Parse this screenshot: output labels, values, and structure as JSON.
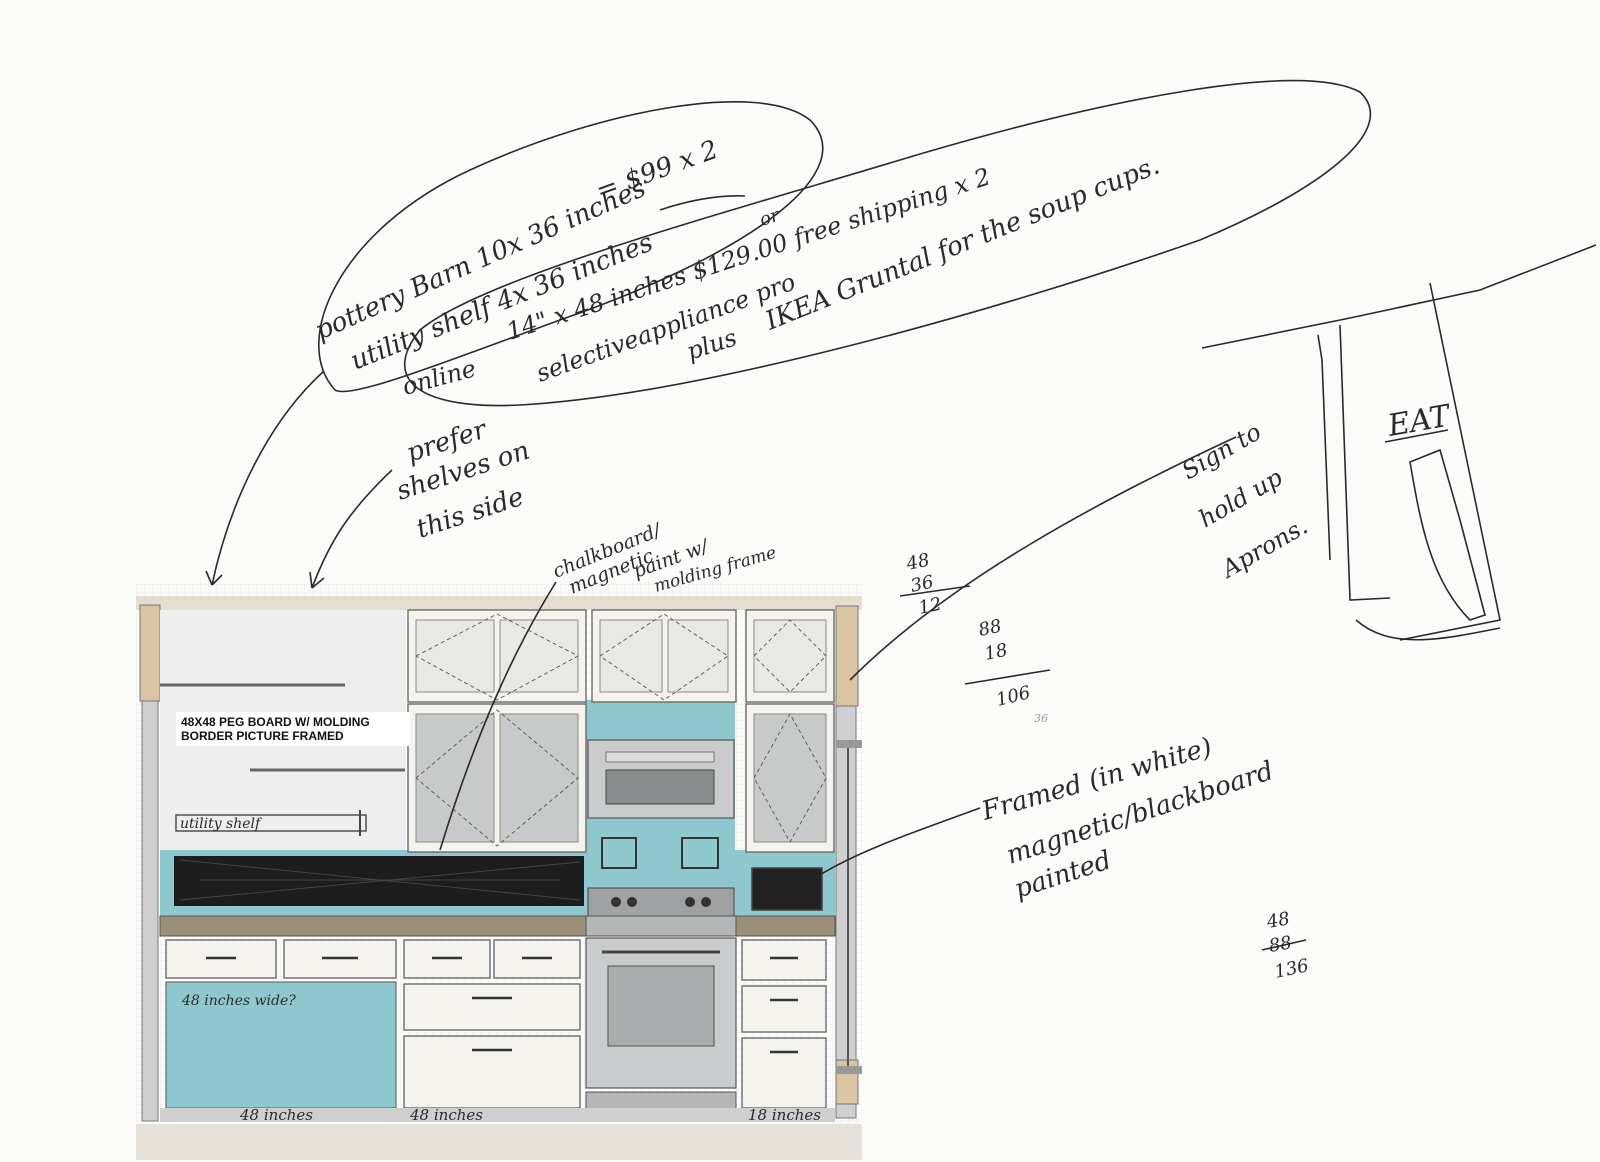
{
  "notes": {
    "pottery_barn_line": "pottery Barn 10x 36 inches",
    "price_line": "= $99 x 2",
    "utility_shelf_line": "utility shelf 4x 36 inches",
    "online_label": "online",
    "shelf_size_line": "14\" x 48 inches $129.00 free shipping x 2",
    "or_label": "or",
    "retailer_line": "selectiveappliance pro",
    "plus_label": "plus",
    "ikea_grundtal_line": "IKEA Gruntal for the soup cups.",
    "prefer_line1": "prefer",
    "prefer_line2": "shelves on",
    "prefer_line3": "this side",
    "chalkboard_line1": "chalkboard/",
    "chalkboard_line2": "magnetic",
    "chalkboard_line3": "paint w/",
    "chalkboard_line4": "molding frame",
    "sign_line1": "Sign to",
    "sign_line2": "hold up",
    "sign_line3": "Aprons.",
    "eat_label": "EAT",
    "framed_line1": "Framed (in white)",
    "framed_line2": "magnetic/blackboard",
    "framed_line3": "painted",
    "shelf_note": "utility shelf",
    "wide_note": "48 inches wide?",
    "dim_left": "48 inches",
    "dim_center": "48 inches",
    "dim_right": "18 inches"
  },
  "math": {
    "calc1": [
      "48",
      "36",
      "12"
    ],
    "calc2": [
      "88",
      "18",
      "106",
      "36"
    ],
    "calc3": [
      "48",
      "88",
      "136"
    ]
  },
  "elevation": {
    "pegboard_label": "48X48 PEG BOARD W/ MOLDING BORDER PICTURE FRAMED"
  },
  "colors": {
    "paper": "#fbfbfa",
    "ink": "#2a2a2a",
    "backsplash_blue": "#8fc7cf",
    "cabinet_white": "#f4f3ee",
    "wood_trim": "#d9c4a4",
    "counter": "#9c8f78",
    "steel": "#c9cbcc"
  }
}
